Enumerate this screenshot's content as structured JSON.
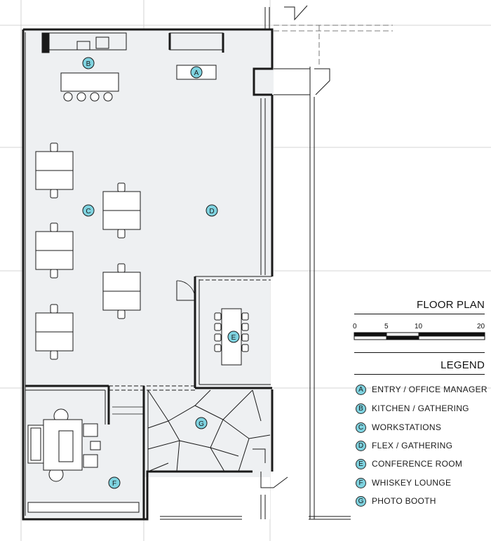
{
  "title": "FLOOR PLAN",
  "legend_title": "LEGEND",
  "scale": {
    "ticks": [
      "0",
      "5",
      "10",
      "20"
    ]
  },
  "colors": {
    "room_fill": "#eef0f2",
    "grid_line": "#c8c8c8",
    "wall": "#1a1a1a",
    "badge_fill": "#7fd3e0"
  },
  "rooms": [
    {
      "key": "A",
      "name": "ENTRY / OFFICE MANAGER"
    },
    {
      "key": "B",
      "name": "KITCHEN / GATHERING"
    },
    {
      "key": "C",
      "name": "WORKSTATIONS"
    },
    {
      "key": "D",
      "name": "FLEX / GATHERING"
    },
    {
      "key": "E",
      "name": "CONFERENCE ROOM"
    },
    {
      "key": "F",
      "name": "WHISKEY LOUNGE"
    },
    {
      "key": "G",
      "name": "PHOTO BOOTH"
    }
  ]
}
